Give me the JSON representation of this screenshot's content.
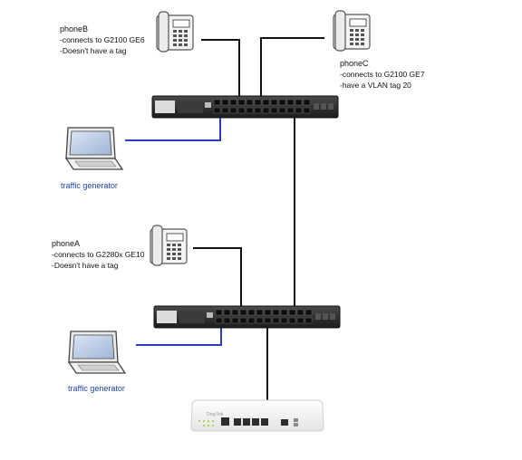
{
  "phone_b": {
    "name": "phoneB",
    "lines": [
      "-connects to G2100 GE6",
      "-Doesn't have a tag"
    ]
  },
  "phone_c": {
    "name": "phoneC",
    "lines": [
      "-connects to G2100 GE7",
      "-have a VLAN tag 20"
    ]
  },
  "phone_a": {
    "name": "phoneA",
    "lines": [
      "-connects to G2280x GE10",
      "-Doesn't have a tag"
    ]
  },
  "pc_top": {
    "label": "traffic generator"
  },
  "pc_bottom": {
    "label": "traffic generator"
  },
  "router": {
    "brand": "DrayTek"
  },
  "colors": {
    "cable_black": "#111111",
    "cable_blue": "#2a3fbf",
    "switch_body": "#2b2b2b",
    "label_blue": "#1f3fb0"
  }
}
